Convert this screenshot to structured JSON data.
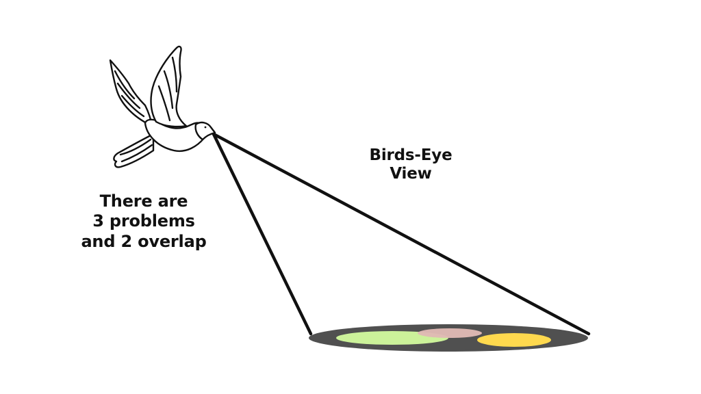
{
  "labels": {
    "view_line1": "Birds-Eye",
    "view_line2": "View",
    "problems_line1": "There are",
    "problems_line2": "3 problems",
    "problems_line3": "and 2 overlap"
  },
  "colors": {
    "background": "#ffffff",
    "ink": "#111111",
    "ground": "#505050",
    "problem_green": "#ccf29a",
    "problem_pink": "#e0b9b4",
    "problem_yellow": "#ffd94e"
  },
  "icons": {
    "bird": "dove-icon"
  }
}
